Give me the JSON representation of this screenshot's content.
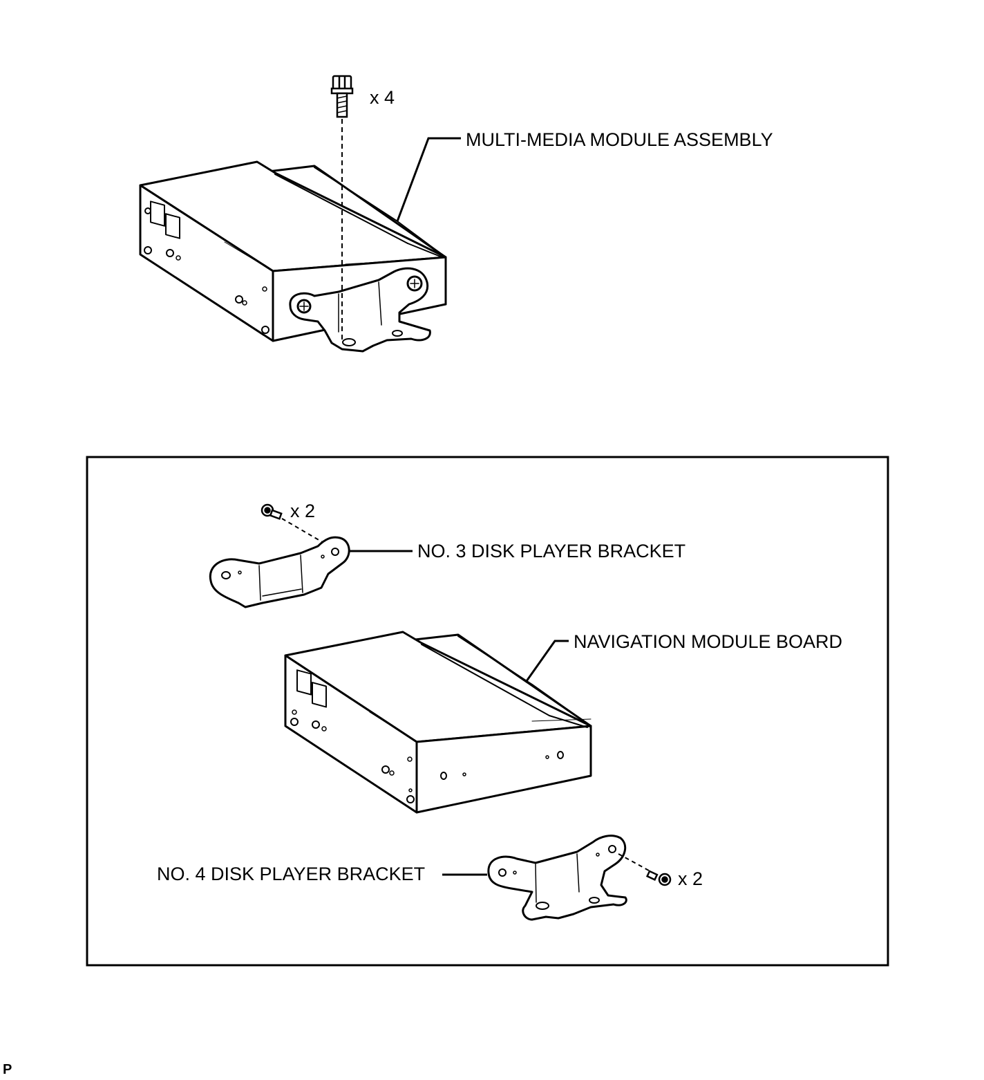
{
  "top_assembly": {
    "bolt_qty": "x 4",
    "label": "MULTI-MEDIA MODULE ASSEMBLY"
  },
  "detail_box": {
    "upper_screw_qty": "x 2",
    "upper_bracket_label": "NO. 3 DISK PLAYER BRACKET",
    "board_label": "NAVIGATION MODULE BOARD",
    "lower_bracket_label": "NO. 4 DISK PLAYER BRACKET",
    "lower_screw_qty": "x 2"
  },
  "corner_mark": "P"
}
